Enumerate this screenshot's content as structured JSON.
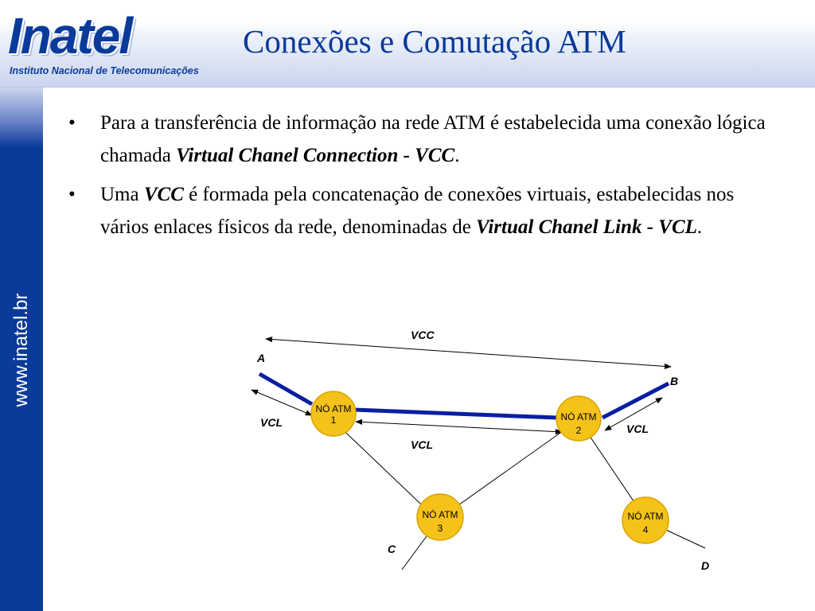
{
  "header": {
    "logo_word": "Inatel",
    "logo_subtitle": "Instituto Nacional de Telecomunicações",
    "title": "Conexões  e Comutação ATM"
  },
  "sidebar": {
    "site": "www.inatel.br"
  },
  "bullets": [
    {
      "mark": "•",
      "text1": "Para a transferência de informação na rede ATM é estabelecida uma conexão lógica chamada ",
      "em1": "Virtual Chanel Connection - VCC",
      "text2": "."
    },
    {
      "mark": "•",
      "text1": "Uma ",
      "em1": "VCC",
      "text2": " é formada pela concatenação de conexões virtuais, estabelecidas nos vários enlaces físicos da rede, denominadas de ",
      "em2": "Virtual Chanel Link - VCL",
      "text3": "."
    }
  ],
  "diagram": {
    "labels": {
      "vcc": "VCC",
      "vcl_left": "VCL",
      "vcl_middle": "VCL",
      "vcl_right": "VCL",
      "a": "A",
      "b": "B",
      "c": "C",
      "d": "D"
    },
    "nodes": [
      {
        "line1": "NÓ ATM",
        "line2": "1"
      },
      {
        "line1": "NÓ ATM",
        "line2": "2"
      },
      {
        "line1": "NÓ ATM",
        "line2": "3"
      },
      {
        "line1": "NÓ ATM",
        "line2": "4"
      }
    ],
    "colors": {
      "link": "#0a1fa0",
      "node": "#f5c21a",
      "node_stroke": "#d9a400"
    }
  }
}
